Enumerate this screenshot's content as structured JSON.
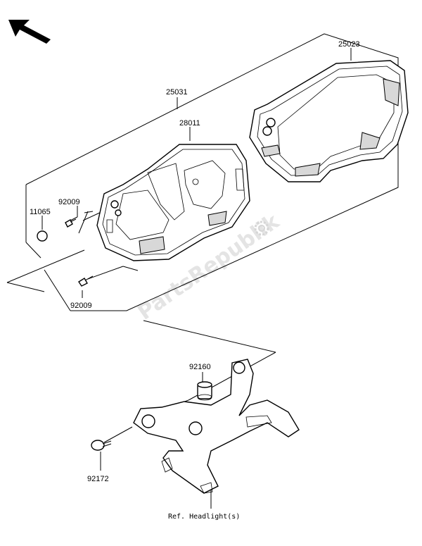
{
  "labels": {
    "part_25031": "25031",
    "part_25023": "25023",
    "part_28011": "28011",
    "part_92009_top": "92009",
    "part_11065": "11065",
    "part_92009_bottom": "92009",
    "part_92160": "92160",
    "part_92172": "92172",
    "ref_headlight": "Ref. Headlight(s)"
  },
  "watermark": "PartsRepublik"
}
